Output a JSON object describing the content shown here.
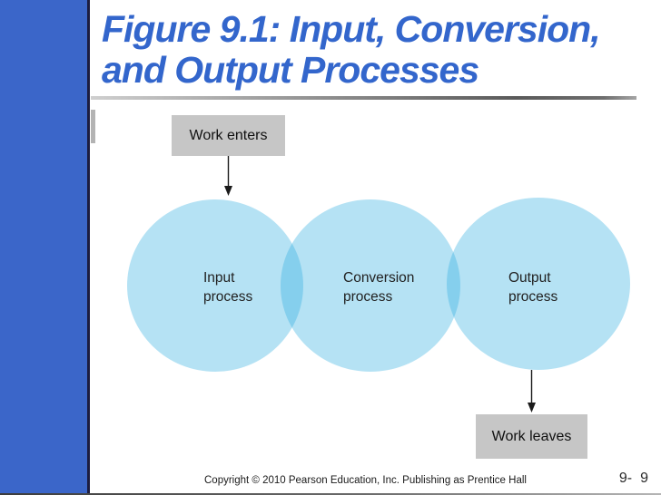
{
  "header": {
    "title_line1": "Figure 9.1: Input, Conversion,",
    "title_line2": "and Output Processes"
  },
  "diagram": {
    "work_enters_label": "Work enters",
    "work_leaves_label": "Work leaves",
    "circles": [
      {
        "line1": "Input",
        "line2": "process"
      },
      {
        "line1": "Conversion",
        "line2": "process"
      },
      {
        "line1": "Output",
        "line2": "process"
      }
    ]
  },
  "footer": {
    "copyright": "Copyright © 2010 Pearson Education, Inc. Publishing as Prentice Hall",
    "page_prefix": "9-",
    "page_number": "9"
  },
  "colors": {
    "sidebar_blue": "#3b66c9",
    "title_blue": "#3366cc",
    "circle_fill": "#b5e2f4",
    "circle_overlap": "#85cfed",
    "box_gray": "#c6c6c6",
    "arrow_black": "#1a1a1a"
  }
}
